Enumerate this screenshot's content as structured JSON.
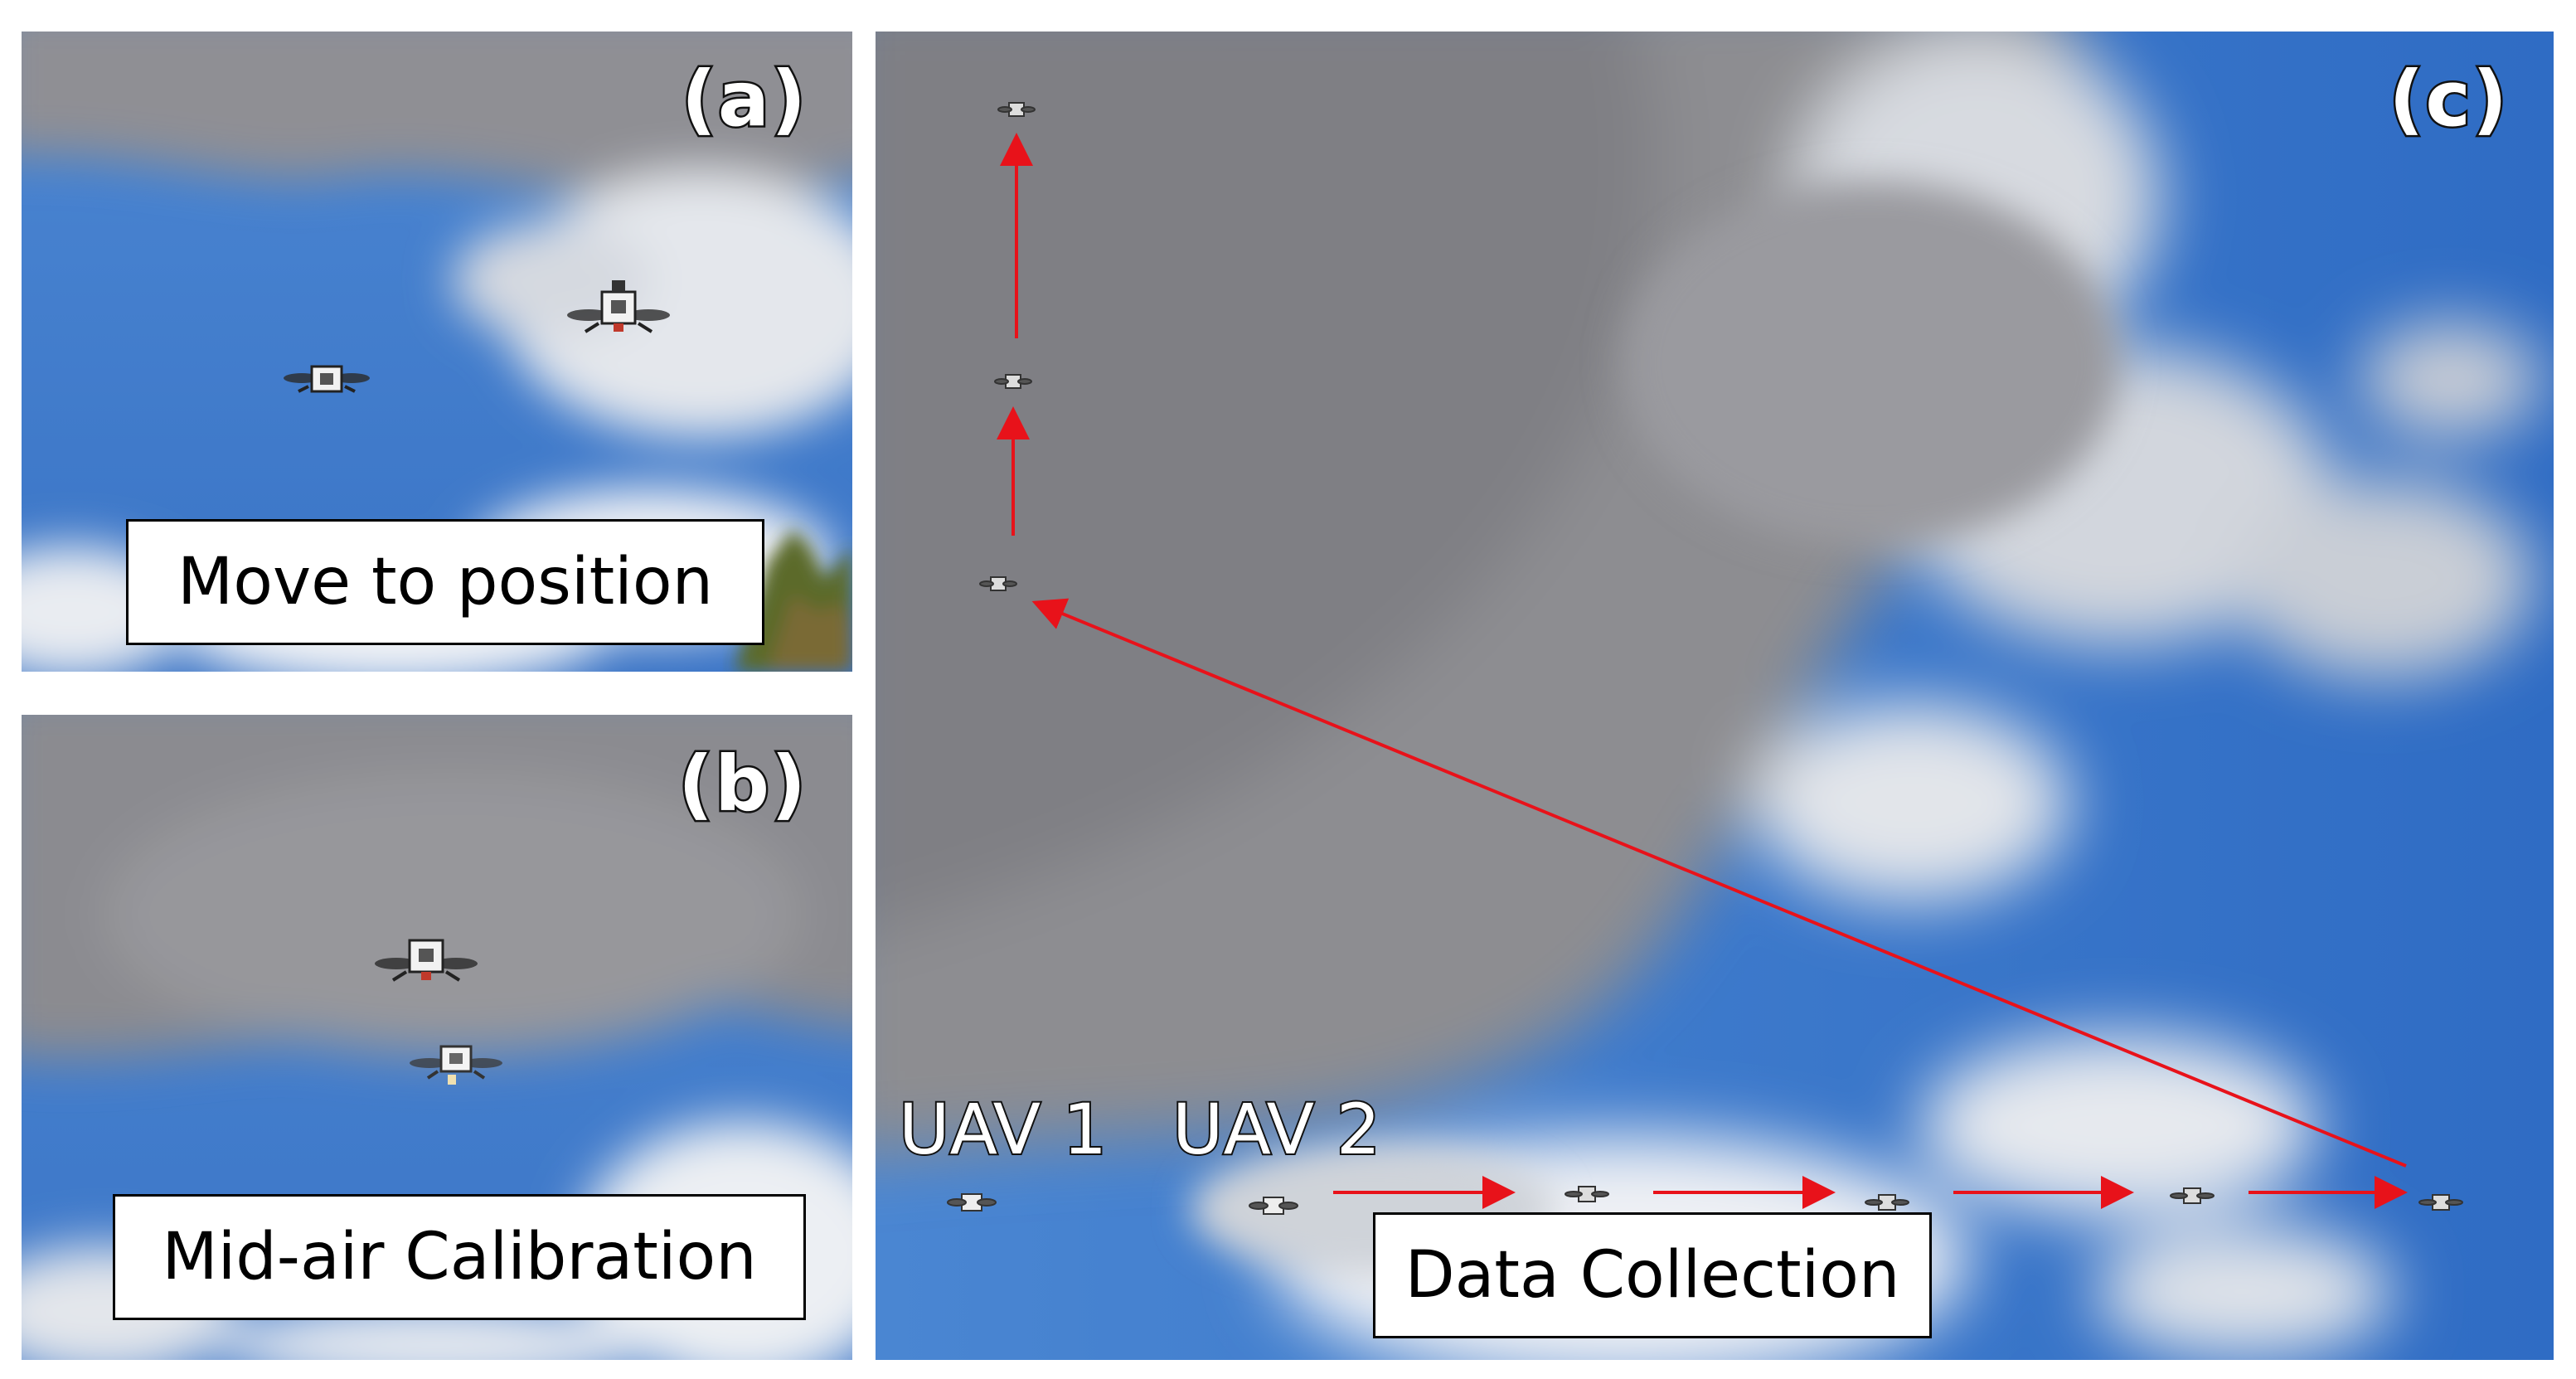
{
  "panels": {
    "a": {
      "tag": "(a)",
      "caption": "Move to position"
    },
    "b": {
      "tag": "(b)",
      "caption": "Mid-air Calibration"
    },
    "c": {
      "tag": "(c)",
      "caption": "Data Collection",
      "uav_labels": [
        "UAV 1",
        "UAV 2"
      ]
    }
  },
  "colors": {
    "sky_blue": "#3f7fd0",
    "cloud_gray": "#8e8e92",
    "cloud_white": "#e9ecf1",
    "arrow_red": "#e8121a",
    "tree_green": "#5c6a2a"
  },
  "icons": {
    "drone": "quadcopter-icon",
    "arrow": "red-arrow"
  }
}
